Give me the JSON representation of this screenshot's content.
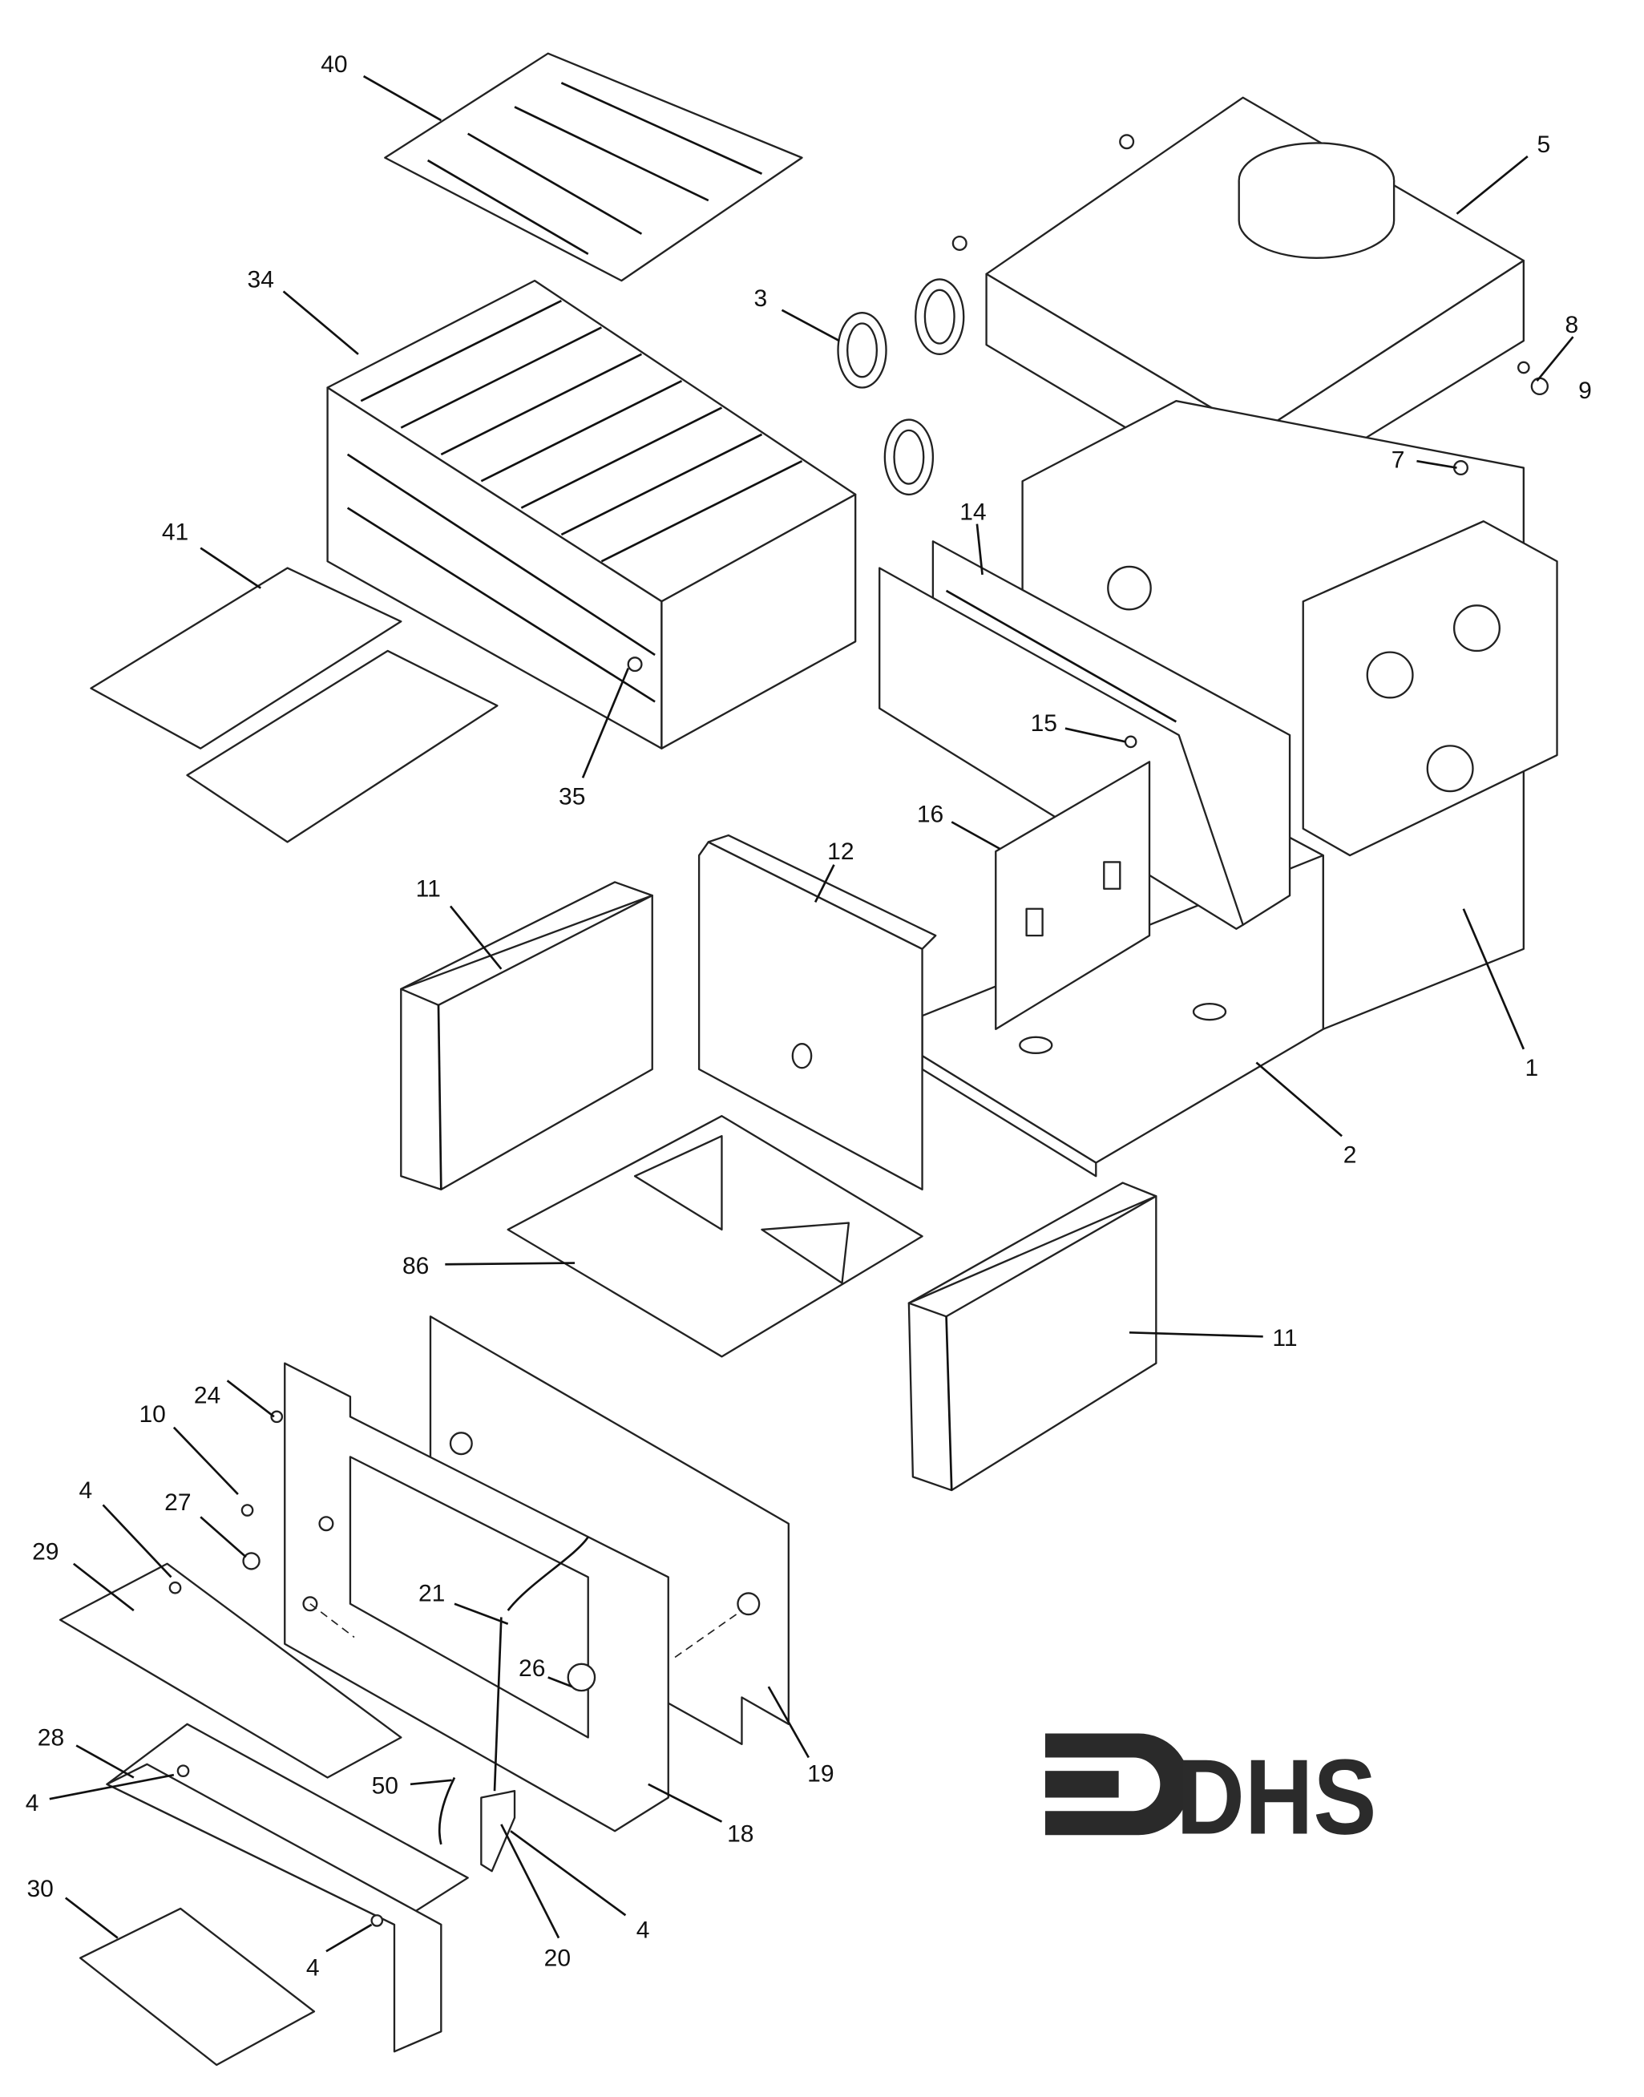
{
  "diagram": {
    "type": "exploded parts diagram",
    "logo_text": "DHS",
    "callouts": [
      "40",
      "34",
      "3",
      "5",
      "8",
      "9",
      "7",
      "14",
      "41",
      "35",
      "15",
      "16",
      "12",
      "11",
      "1",
      "2",
      "86",
      "11",
      "24",
      "10",
      "27",
      "4",
      "29",
      "21",
      "26",
      "19",
      "28",
      "50",
      "4",
      "18",
      "30",
      "4",
      "20",
      "4"
    ]
  }
}
